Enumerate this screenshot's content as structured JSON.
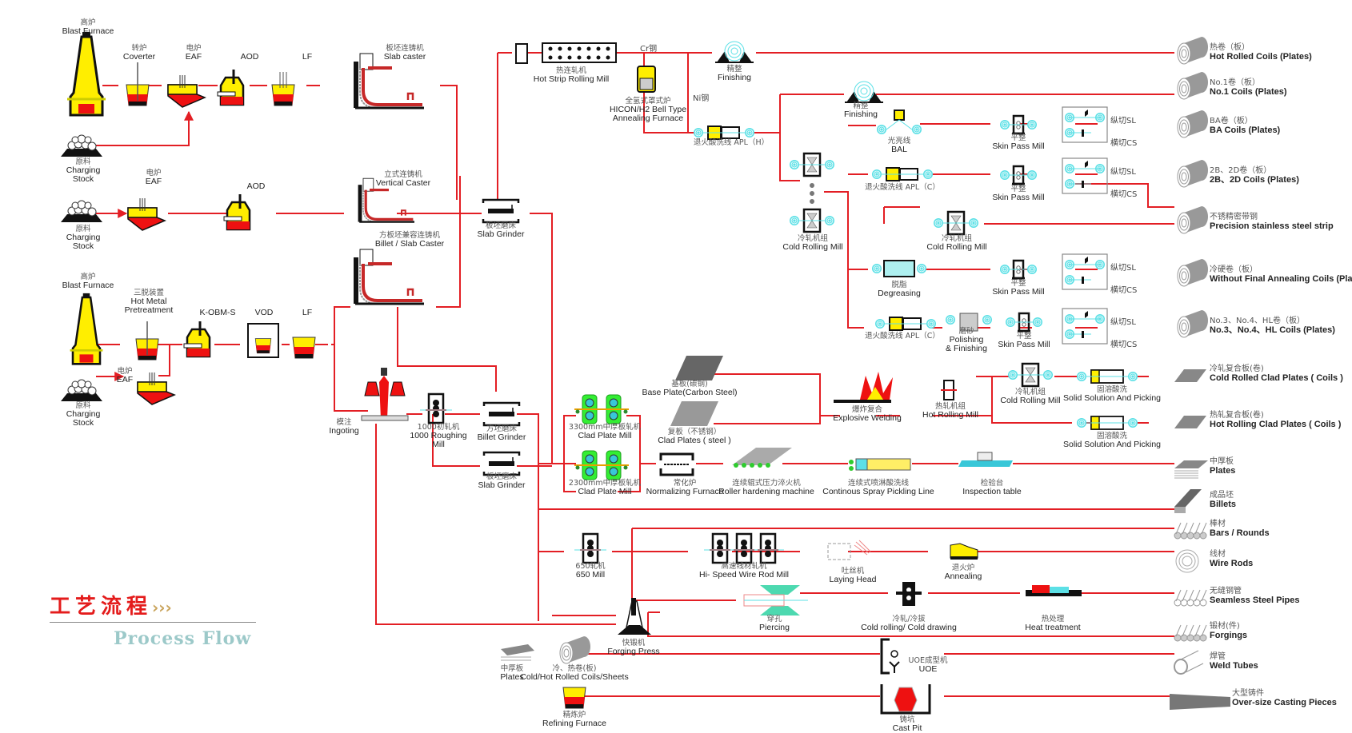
{
  "title": {
    "zh": "工艺流程",
    "arrows": "›››",
    "en": "Process Flow"
  },
  "colors": {
    "flow_line": "#e31e24",
    "furnace_yellow": "#ffee00",
    "molten_red": "#ee1111",
    "coil_cyan": "#5ce0e6",
    "mill_green": "#33ee33",
    "title_red": "#e41c1c",
    "subtitle_teal": "#9cc9c9",
    "arrow_gold": "#c9a45c"
  },
  "equipment": {
    "blast_furnace_1": {
      "zh": "高炉",
      "en": "Blast Furnace"
    },
    "converter": {
      "zh": "转炉",
      "en": "Coverter"
    },
    "eaf_1": {
      "zh": "电炉",
      "en": "EAF"
    },
    "aod_1": {
      "zh": "",
      "en": "AOD"
    },
    "lf_1": {
      "zh": "",
      "en": "LF"
    },
    "slab_caster": {
      "zh": "板坯连铸机",
      "en": "Slab caster"
    },
    "charging_stock_1": {
      "zh": "原料",
      "en": "Charging Stock"
    },
    "eaf_2": {
      "zh": "电炉",
      "en": "EAF"
    },
    "aod_2": {
      "zh": "",
      "en": "AOD"
    },
    "vertical_caster": {
      "zh": "立式连铸机",
      "en": "Vertical Caster"
    },
    "charging_stock_2": {
      "zh": "原料",
      "en": "Charging Stock"
    },
    "billet_slab_caster": {
      "zh": "方板坯兼容连铸机",
      "en": "Billet / Slab Caster"
    },
    "slab_grinder_1": {
      "zh": "板坯磨床",
      "en": "Slab Grinder"
    },
    "blast_furnace_2": {
      "zh": "高炉",
      "en": "Blast Furnace"
    },
    "hot_metal_pretreatment": {
      "zh": "三脱装置",
      "en": "Hot Metal Pretreatment"
    },
    "kobms": {
      "zh": "",
      "en": "K-OBM-S"
    },
    "vod": {
      "zh": "",
      "en": "VOD"
    },
    "lf_2": {
      "zh": "",
      "en": "LF"
    },
    "eaf_3": {
      "zh": "电炉",
      "en": "EAF"
    },
    "charging_stock_3": {
      "zh": "原料",
      "en": "Charging Stock"
    },
    "ingoting": {
      "zh": "模注",
      "en": "Ingoting"
    },
    "roughing_mill": {
      "zh": "1000初轧机",
      "en": "1000 Roughing Mill"
    },
    "billet_grinder": {
      "zh": "方坯磨床",
      "en": "Billet Grinder"
    },
    "slab_grinder_2": {
      "zh": "板坯磨床",
      "en": "Slab Grinder"
    },
    "hot_strip_mill": {
      "zh": "热连轧机",
      "en": "Hot  Strip Rolling Mill"
    },
    "bell_furnace": {
      "zh": "全氢式罩式炉",
      "en": "HICON/H2 Bell Type Annealing Furnace"
    },
    "finishing_1": {
      "zh": "精整",
      "en": "Finishing"
    },
    "apl_h": {
      "zh": "退火酸洗线 APL（H）",
      "en": ""
    },
    "finishing_2": {
      "zh": "精整",
      "en": "Finishing"
    },
    "cold_rolling_mill_1": {
      "zh": "冷轧机组",
      "en": "Cold Rolling Mill"
    },
    "bal": {
      "zh": "光亮线",
      "en": "BAL"
    },
    "apl_c_1": {
      "zh": "退火酸洗线 APL（C）",
      "en": ""
    },
    "cold_rolling_mill_2": {
      "zh": "冷轧机组",
      "en": "Cold Rolling Mill"
    },
    "degreasing": {
      "zh": "脱脂",
      "en": "Degreasing"
    },
    "apl_c_2": {
      "zh": "退火酸洗线 APL（C）",
      "en": ""
    },
    "polishing": {
      "zh": "磨砂",
      "en": "Polishing & Finishing"
    },
    "skin_pass_1": {
      "zh": "平整",
      "en": "Skin Pass Mill"
    },
    "skin_pass_2": {
      "zh": "平整",
      "en": "Skin Pass Mill"
    },
    "skin_pass_3": {
      "zh": "平整",
      "en": "Skin Pass Mill"
    },
    "skin_pass_4": {
      "zh": "平整",
      "en": "Skin Pass Mill"
    },
    "clad_mill_3300": {
      "zh": "3300mm中厚板轧机",
      "en": "Clad Plate Mill"
    },
    "clad_mill_2300": {
      "zh": "2300mm中厚板轧机",
      "en": "Clad Plate Mill"
    },
    "base_plate": {
      "zh": "基板(碳钢)",
      "en": "Base Plate(Carbon Steel)"
    },
    "clad_plates": {
      "zh": "复板（不锈钢）",
      "en": "Clad Plates ( steel )"
    },
    "explosive_welding": {
      "zh": "爆炸复合",
      "en": "Explosive Welding"
    },
    "hot_rolling_mill": {
      "zh": "热轧机组",
      "en": "Hot Rolling Mill"
    },
    "cold_rolling_mill_3": {
      "zh": "冷轧机组",
      "en": "Cold Rolling Mill"
    },
    "solid_solution_1": {
      "zh": "固溶酸洗",
      "en": "Solid Solution And Picking"
    },
    "solid_solution_2": {
      "zh": "固溶酸洗",
      "en": "Solid Solution And Picking"
    },
    "normalizing": {
      "zh": "常化炉",
      "en": "Normalizing Furnace"
    },
    "roller_hardening": {
      "zh": "连续辊式压力淬火机",
      "en": "Roller hardening machine"
    },
    "spray_pickling": {
      "zh": "连续式喷淋酸洗线",
      "en": "Continous Spray Pickling Line"
    },
    "inspection": {
      "zh": "检验台",
      "en": "Inspection table"
    },
    "mill_650": {
      "zh": "650轧机",
      "en": "650 Mill"
    },
    "wire_rod_mill": {
      "zh": "高速线材轧机",
      "en": "Hi- Speed Wire Rod Mill"
    },
    "laying_head": {
      "zh": "吐丝机",
      "en": "Laying Head"
    },
    "annealing": {
      "zh": "退火炉",
      "en": "Annealing"
    },
    "piercing": {
      "zh": "穿孔",
      "en": "Piercing"
    },
    "cold_drawing": {
      "zh": "冷轧/冷拔",
      "en": "Cold rolling/ Cold drawing"
    },
    "heat_treatment": {
      "zh": "热处理",
      "en": "Heat treatment"
    },
    "forging_press": {
      "zh": "快锻机",
      "en": "Forging Press"
    },
    "plates_input": {
      "zh": "中厚板",
      "en": "Plates"
    },
    "coils_input": {
      "zh": "冷、热卷(板)",
      "en": "Cold/Hot Rolled  Coils/Sheets"
    },
    "uoe": {
      "zh": "UOE成型机",
      "en": "UOE"
    },
    "refining_furnace": {
      "zh": "精炼炉",
      "en": "Refining Furnace"
    },
    "cast_pit": {
      "zh": "铸坑",
      "en": "Cast Pit"
    }
  },
  "tags": {
    "cr_steel": "Cr钢",
    "ni_steel": "Ni钢",
    "slitting": "纵切SL",
    "cutting": "横切CS"
  },
  "products": [
    {
      "zh": "热卷（板）",
      "en": "Hot Rolled Coils (Plates)",
      "icon": "coil"
    },
    {
      "zh": "No.1卷（板）",
      "en": "No.1 Coils (Plates)",
      "icon": "coil"
    },
    {
      "zh": "BA卷（板）",
      "en": "BA Coils (Plates)",
      "icon": "coil"
    },
    {
      "zh": "2B、2D卷（板）",
      "en": "2B、2D  Coils (Plates)",
      "icon": "coil"
    },
    {
      "zh": "不锈精密带钢",
      "en": "Precision stainless steel strip",
      "icon": "coil"
    },
    {
      "zh": "冷硬卷（板）",
      "en": "Without Final Annealing  Coils (Plates)",
      "icon": "coil"
    },
    {
      "zh": "No.3、No.4、HL卷（板）",
      "en": "No.3、No.4、HL Coils (Plates)",
      "icon": "coil"
    },
    {
      "zh": "冷轧复合板(卷)",
      "en": "Cold Rolled Clad Plates ( Coils )",
      "icon": "plate"
    },
    {
      "zh": "热轧复合板(卷)",
      "en": "Hot Rolling Clad Plates ( Coils )",
      "icon": "plate"
    },
    {
      "zh": "中厚板",
      "en": "Plates",
      "icon": "plate-stack"
    },
    {
      "zh": "成品坯",
      "en": "Billets",
      "icon": "billet"
    },
    {
      "zh": "棒材",
      "en": "Bars / Rounds",
      "icon": "bars"
    },
    {
      "zh": "线材",
      "en": "Wire Rods",
      "icon": "wire"
    },
    {
      "zh": "无缝钢管",
      "en": "Seamless Steel Pipes",
      "icon": "pipes"
    },
    {
      "zh": "锻材(件)",
      "en": "Forgings",
      "icon": "bars"
    },
    {
      "zh": "焊管",
      "en": "Weld Tubes",
      "icon": "tube"
    },
    {
      "zh": "大型铸件",
      "en": "Over-size Casting Pieces",
      "icon": "casting"
    }
  ]
}
